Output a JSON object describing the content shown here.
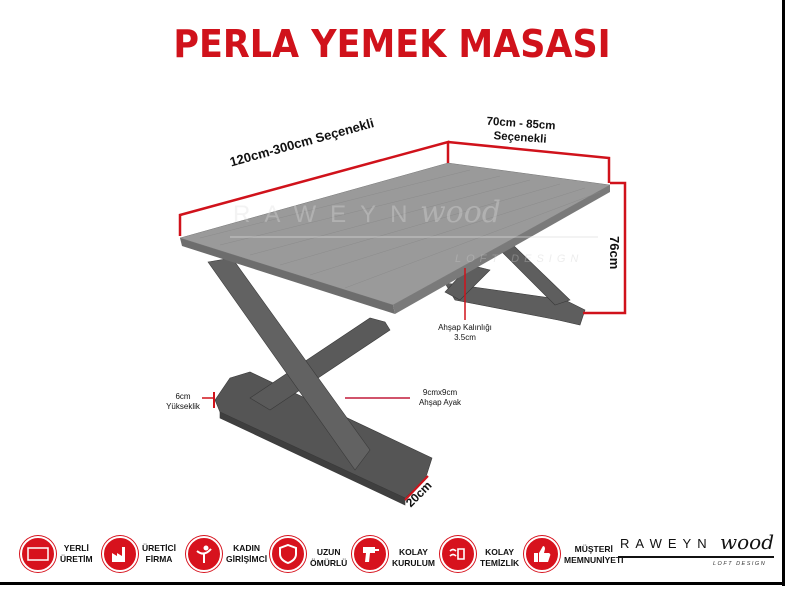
{
  "title": "PERLA YEMEK MASASI",
  "accent_color": "#d0121b",
  "dimensions": {
    "length": "120cm-300cm Seçenekli",
    "width_line1": "70cm - 85cm",
    "width_line2": "Seçenekli",
    "height": "76cm",
    "thickness_line1": "Ahşap Kalınlığı",
    "thickness_line2": "3.5cm",
    "foot_height_line1": "6cm",
    "foot_height_line2": "Yükseklik",
    "leg_line1": "9cmx9cm",
    "leg_line2": "Ahşap Ayak",
    "base_width": "20cm"
  },
  "watermark": {
    "brand": "RAWEYN",
    "script": "wood",
    "tagline": "LOFT DESIGN"
  },
  "features": [
    {
      "icon": "yerli-uretim-badge-icon",
      "line1": "YERLİ",
      "line2": "ÜRETİM",
      "badge_text": "YERLİ ÜRETİM"
    },
    {
      "icon": "factory-icon",
      "line1": "ÜRETİCİ",
      "line2": "FİRMA"
    },
    {
      "icon": "woman-figure-icon",
      "line1": "KADIN",
      "line2": "GİRİŞİMCİ"
    },
    {
      "icon": "shield-icon",
      "line1": "UZUN",
      "line2": "ÖMÜRLÜ"
    },
    {
      "icon": "drill-icon",
      "line1": "KOLAY",
      "line2": "KURULUM"
    },
    {
      "icon": "cleaning-hand-icon",
      "line1": "KOLAY",
      "line2": "TEMİZLİK"
    },
    {
      "icon": "thumbs-up-icon",
      "line1": "MÜŞTERİ",
      "line2": "MEMNUNİYETİ"
    }
  ],
  "logo": {
    "brand": "RAWEYN",
    "script": "wood",
    "tagline": "LOFT DESIGN"
  }
}
